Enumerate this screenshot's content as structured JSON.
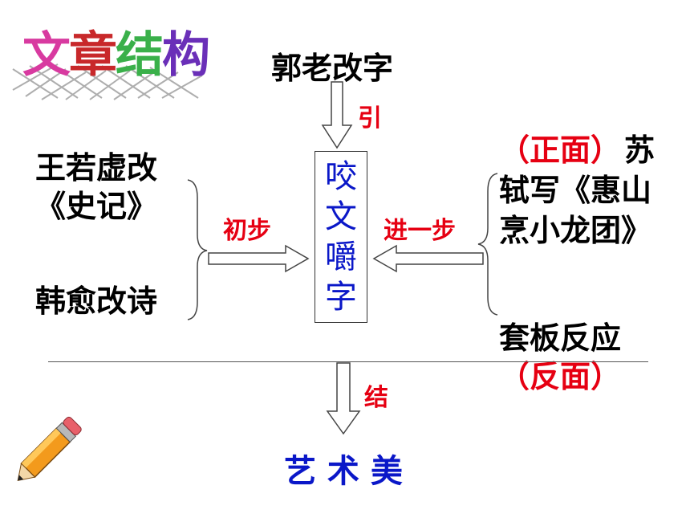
{
  "title": [
    "文",
    "章",
    "结",
    "构"
  ],
  "top_source": "郭老改字",
  "arrow_top_label": "引",
  "center": [
    "咬",
    "文",
    "嚼",
    "字"
  ],
  "left": {
    "item1_line1": "王若虚改",
    "item1_line2": "《史记》",
    "item2": "韩愈改诗",
    "arrow_label": "初步"
  },
  "right": {
    "positive_tag": "（正面）",
    "item1_line1_tail": "苏",
    "item1_line2": "轼写《惠山",
    "item1_line3": "烹小龙团》",
    "item2": "套板反应",
    "negative_tag": "（反面）",
    "arrow_label": "进一步"
  },
  "bottom_arrow_label": "结",
  "conclusion": "艺 术 美",
  "colors": {
    "label_red": "#e60012",
    "center_blue": "#0a17c8"
  },
  "icons": [
    "pencil-icon"
  ]
}
